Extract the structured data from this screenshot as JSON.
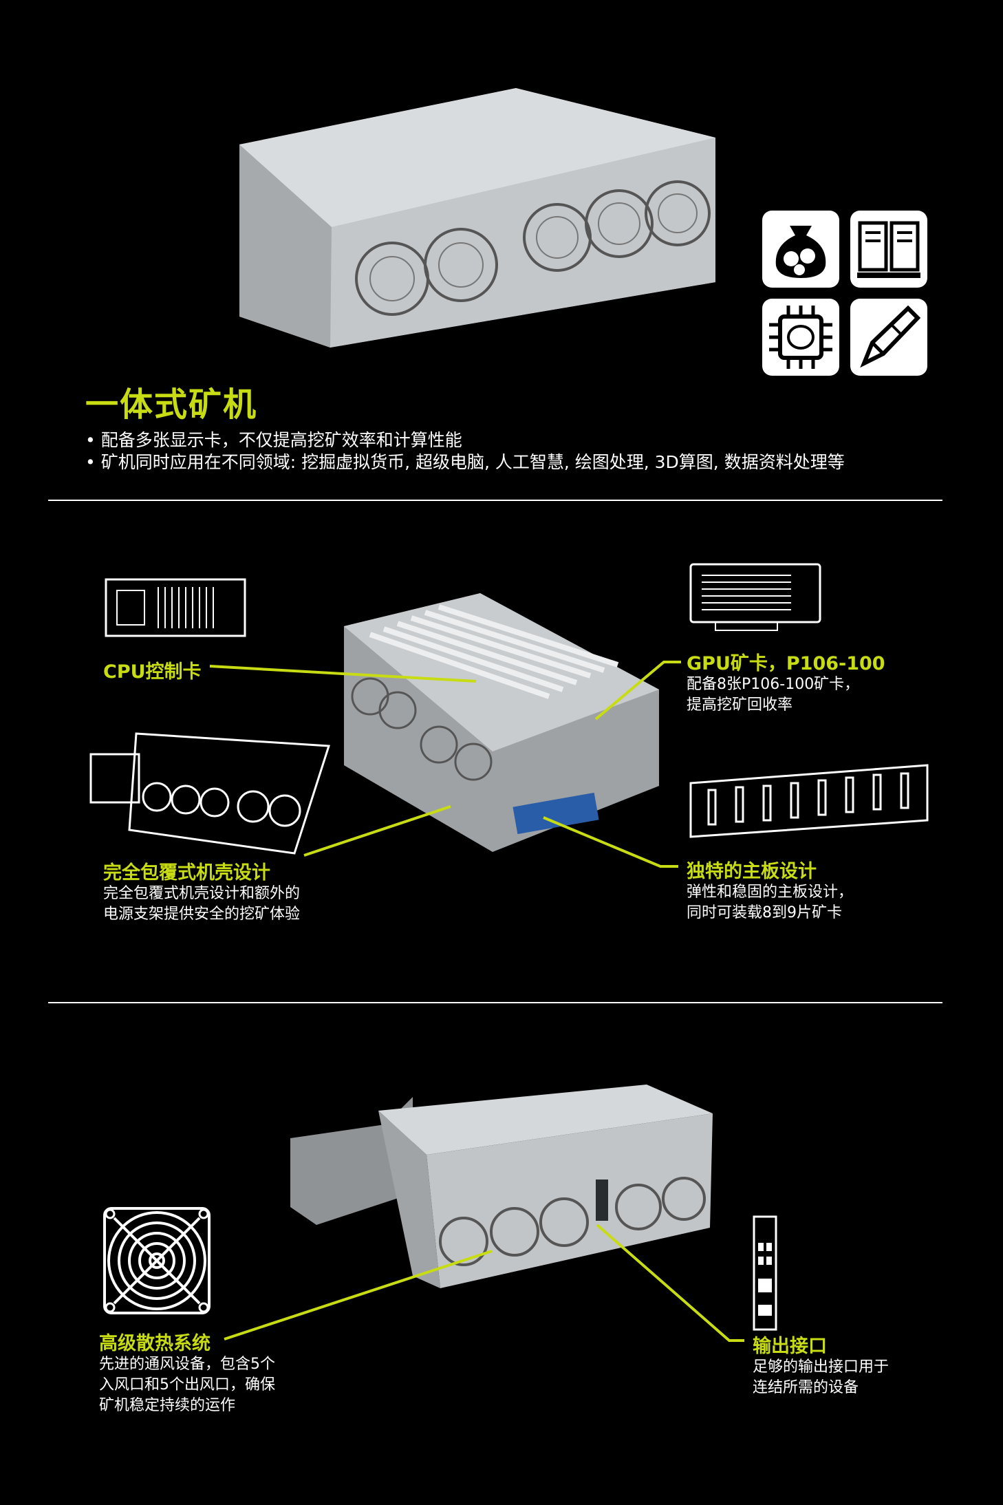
{
  "header": {
    "title": "一体式矿机",
    "bullets": [
      "配备多张显示卡，不仅提高挖矿效率和计算性能",
      "矿机同时应用在不同领域: 挖掘虚拟货币, 超级电脑, 人工智慧, 绘图处理, 3D算图, 数据资料处理等"
    ]
  },
  "icons": [
    "coin-bag-icon",
    "server-icon",
    "brain-chip-icon",
    "drawing-pen-icon"
  ],
  "features": {
    "cpu": {
      "title": "CPU控制卡"
    },
    "gpu": {
      "title": "GPU矿卡，P106-100",
      "desc": "配备8张P106-100矿卡，\n提高挖矿回收率"
    },
    "case": {
      "title": "完全包覆式机壳设计",
      "desc": "完全包覆式机壳设计和额外的\n电源支架提供安全的挖矿体验"
    },
    "board": {
      "title": "独特的主板设计",
      "desc": "弹性和稳固的主板设计，\n同时可装载8到9片矿卡"
    },
    "cooling": {
      "title": "高级散热系统",
      "desc": "先进的通风设备，包含5个\n入风口和5个出风口，确保\n矿机稳定持续的运作"
    },
    "io": {
      "title": "输出接口",
      "desc": "足够的输出接口用于\n连结所需的设备"
    }
  },
  "colors": {
    "accent": "#c8dc14",
    "background": "#000000",
    "text": "#ffffff"
  }
}
